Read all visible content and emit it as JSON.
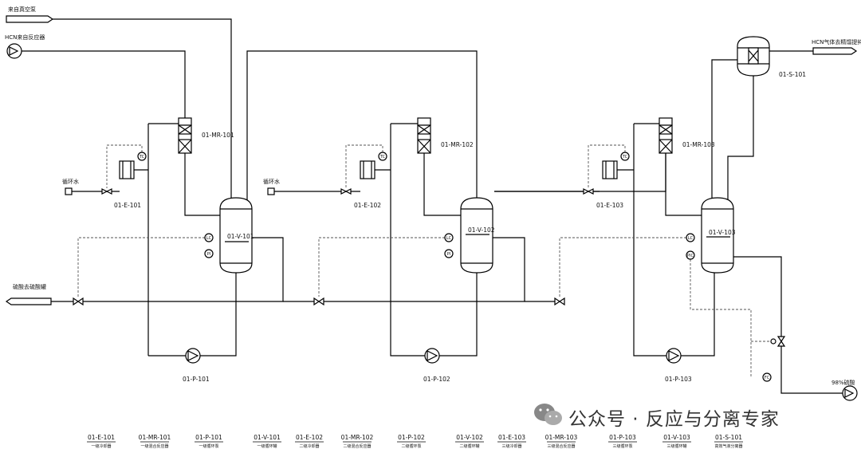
{
  "streams": {
    "top_left": "来自真空泵",
    "hcn_in": "HCN来自反应器",
    "left_out": "硫酸去硫酸罐",
    "hcn_out": "HCN气体去精馏提纯工序",
    "water1": "循环水",
    "water2": "循环水",
    "acid_98": "98%硫酸"
  },
  "tags": {
    "mr101": "01-MR-101",
    "mr102": "01-MR-102",
    "mr103": "01-MR-103",
    "e101": "01-E-101",
    "e102": "01-E-102",
    "e103": "01-E-103",
    "v101": "01-V-101",
    "v102": "01-V-102",
    "v103": "01-V-103",
    "p101": "01-P-101",
    "p102": "01-P-102",
    "p103": "01-P-103",
    "s101": "01-S-101"
  },
  "instruments": {
    "tc": "TC",
    "lc": "LC",
    "pi": "PI",
    "pic": "PIC",
    "fc": "FC"
  },
  "legend": [
    {
      "code": "01-E-101",
      "name": "一级冷却器"
    },
    {
      "code": "01-MR-101",
      "name": "一级混合反应器"
    },
    {
      "code": "01-P-101",
      "name": "一级循环泵"
    },
    {
      "code": "01-V-101",
      "name": "一级循环罐"
    },
    {
      "code": "01-E-102",
      "name": "二级冷却器"
    },
    {
      "code": "01-MR-102",
      "name": "二级混合反应器"
    },
    {
      "code": "01-P-102",
      "name": "二级循环泵"
    },
    {
      "code": "01-V-102",
      "name": "二级循环罐"
    },
    {
      "code": "01-E-103",
      "name": "三级冷却器"
    },
    {
      "code": "01-MR-103",
      "name": "三级混合反应器"
    },
    {
      "code": "01-P-103",
      "name": "三级循环泵"
    },
    {
      "code": "01-V-103",
      "name": "三级循环罐"
    },
    {
      "code": "01-S-101",
      "name": "高效气液分离器"
    }
  ],
  "watermark": "公众号 · 反应与分离专家"
}
